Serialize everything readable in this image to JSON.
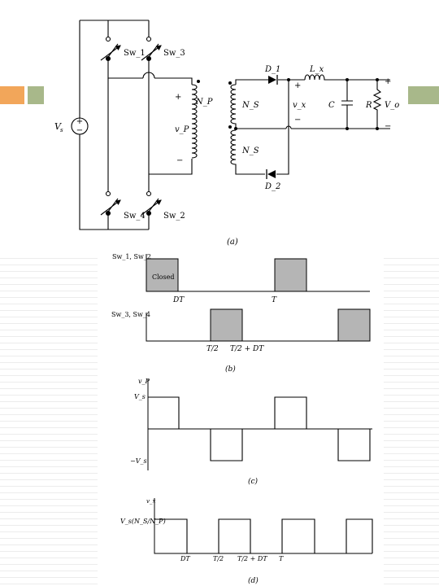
{
  "colors": {
    "orange": "#f2a65a",
    "sage": "#a8b88a",
    "pulse_fill": "#b5b5b5",
    "stripe": "#e8e8e8",
    "ink": "#000000"
  },
  "circuit": {
    "source": "V_s",
    "switches": [
      "Sw_1",
      "Sw_3",
      "Sw_4",
      "Sw_2"
    ],
    "primary_winding": "N_P",
    "primary_voltage": "v_P",
    "secondary_winding_top": "N_S",
    "secondary_winding_bottom": "N_S",
    "secondary_voltage": "v_x",
    "diode_top": "D_1",
    "diode_bottom": "D_2",
    "inductor": "L_x",
    "capacitor": "C",
    "resistor": "R",
    "output_voltage": "V_o",
    "caption": "(a)"
  },
  "waveform_b": {
    "caption": "(b)",
    "top_label": "Sw_1, Sw_2",
    "bottom_label": "Sw_3, Sw_4",
    "closed_label": "Closed",
    "tick_DT": "DT",
    "tick_T": "T",
    "tick_T2": "T/2",
    "tick_T2DT": "T/2 + DT"
  },
  "waveform_c": {
    "caption": "(c)",
    "y_label": "v_P",
    "pos_level": "V_s",
    "neg_level": "−V_s"
  },
  "waveform_d": {
    "caption": "(d)",
    "y_label": "v_x",
    "level_label": "V_s(N_S/N_P)",
    "tick_DT": "DT",
    "tick_T2": "T/2",
    "tick_T2DT": "T/2 + DT",
    "tick_T": "T"
  }
}
